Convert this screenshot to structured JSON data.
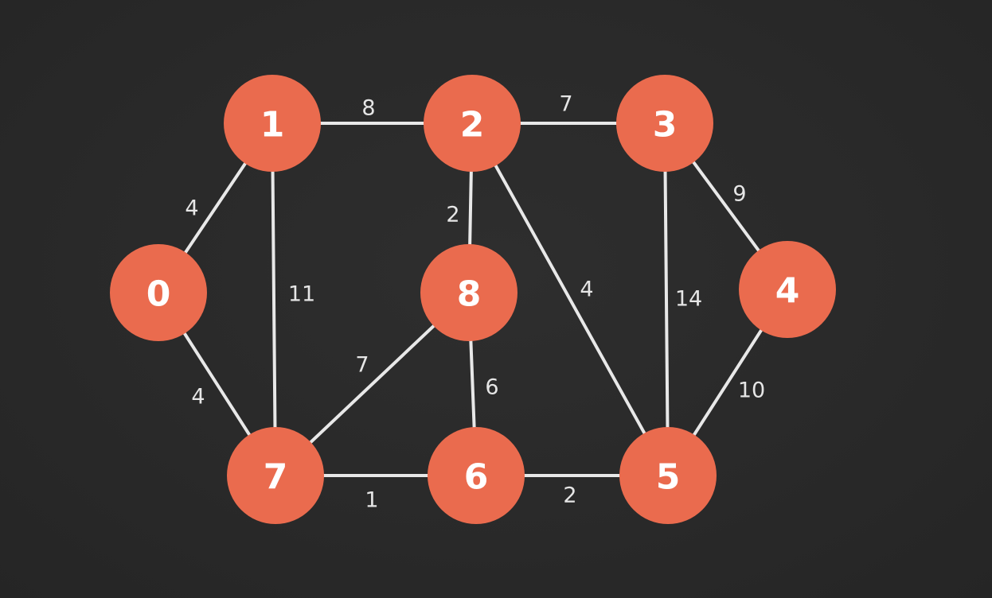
{
  "colors": {
    "background": "#2a2a2a",
    "node_fill": "#ea6b4e",
    "node_text": "#ffffff",
    "edge": "#e8e8e8",
    "weight_text": "#e6e6e6"
  },
  "graph": {
    "nodes": [
      {
        "id": "0",
        "label": "0"
      },
      {
        "id": "1",
        "label": "1"
      },
      {
        "id": "2",
        "label": "2"
      },
      {
        "id": "3",
        "label": "3"
      },
      {
        "id": "4",
        "label": "4"
      },
      {
        "id": "5",
        "label": "5"
      },
      {
        "id": "6",
        "label": "6"
      },
      {
        "id": "7",
        "label": "7"
      },
      {
        "id": "8",
        "label": "8"
      }
    ],
    "edges": [
      {
        "from": "0",
        "to": "1",
        "weight": "4"
      },
      {
        "from": "0",
        "to": "7",
        "weight": "4"
      },
      {
        "from": "1",
        "to": "2",
        "weight": "8"
      },
      {
        "from": "1",
        "to": "7",
        "weight": "11"
      },
      {
        "from": "2",
        "to": "3",
        "weight": "7"
      },
      {
        "from": "2",
        "to": "8",
        "weight": "2"
      },
      {
        "from": "2",
        "to": "5",
        "weight": "4"
      },
      {
        "from": "3",
        "to": "4",
        "weight": "9"
      },
      {
        "from": "3",
        "to": "5",
        "weight": "14"
      },
      {
        "from": "4",
        "to": "5",
        "weight": "10"
      },
      {
        "from": "5",
        "to": "6",
        "weight": "2"
      },
      {
        "from": "6",
        "to": "7",
        "weight": "1"
      },
      {
        "from": "6",
        "to": "8",
        "weight": "6"
      },
      {
        "from": "7",
        "to": "8",
        "weight": "7"
      }
    ]
  }
}
